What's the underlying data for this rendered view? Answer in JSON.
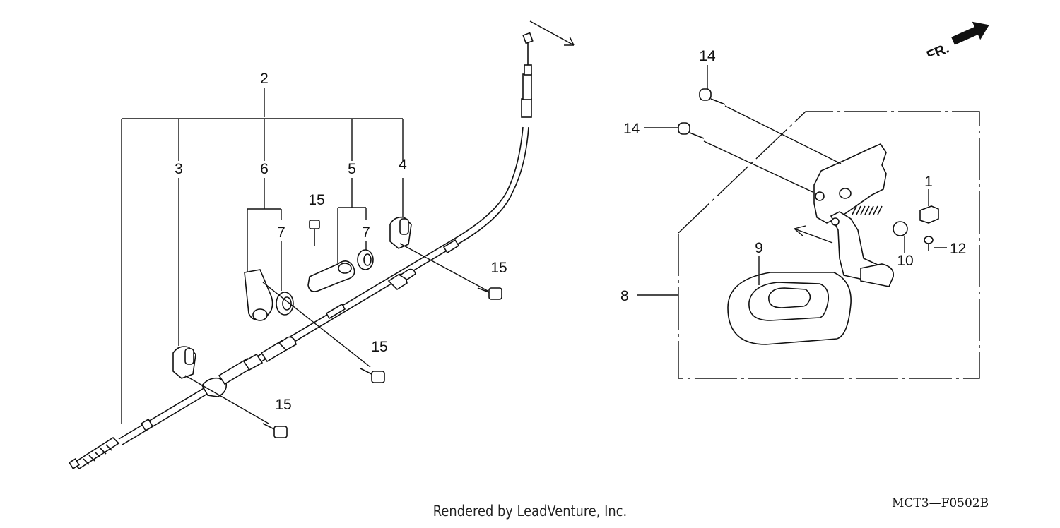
{
  "diagram": {
    "labels": {
      "p1": "1",
      "p2": "2",
      "p3": "3",
      "p4": "4",
      "p5": "5",
      "p6": "6",
      "p7a": "7",
      "p7b": "7",
      "p8": "8",
      "p9": "9",
      "p10": "10",
      "p12": "12",
      "p14a": "14",
      "p14b": "14",
      "p15a": "15",
      "p15b": "15",
      "p15c": "15",
      "p15d": "15"
    },
    "front_marker": "FR.",
    "drawing_code": "MCT3—F0502B",
    "credit": "Rendered by LeadVenture, Inc."
  }
}
